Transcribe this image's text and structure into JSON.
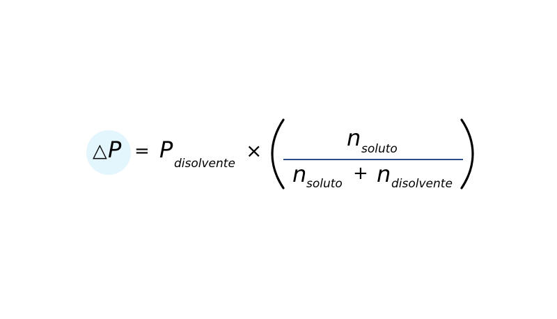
{
  "equation": {
    "delta": "△",
    "lhs_var": "P",
    "equals": "=",
    "rhs_var": "P",
    "rhs_sub": "disolvente",
    "times": "×",
    "numerator": {
      "var": "n",
      "sub": "soluto"
    },
    "denominator": {
      "term1": {
        "var": "n",
        "sub": "soluto"
      },
      "plus": "+",
      "term2": {
        "var": "n",
        "sub": "disolvente"
      }
    }
  },
  "colors": {
    "highlight": "#e3f6fd",
    "fraction_bar": "#2b4d8c",
    "text": "#000000"
  }
}
